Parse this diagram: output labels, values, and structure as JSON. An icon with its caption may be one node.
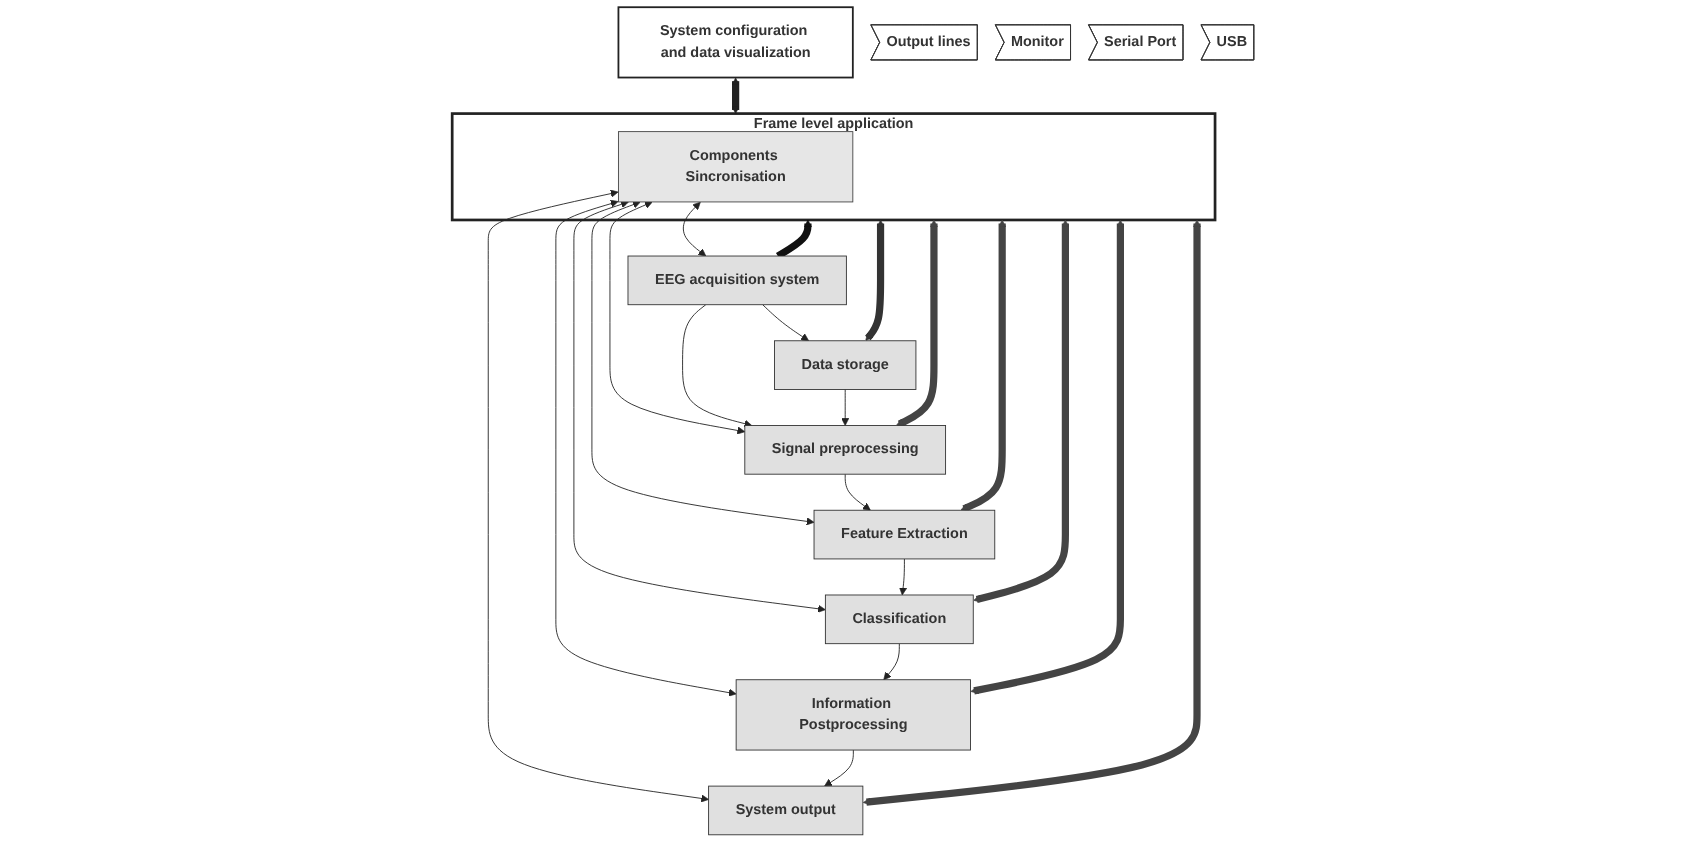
{
  "diagram": {
    "nodes": [
      {
        "text": [
          "System configuration and data visualization"
        ]
      },
      {
        "text": [
          "Frame level application"
        ]
      },
      {
        "text": [
          "Components Sincronisation"
        ],
        "in": 1
      },
      {
        "text": [
          "EEG acquisition system"
        ]
      },
      {
        "text": [
          "Data storage"
        ]
      },
      {
        "text": [
          "Signal preprocessing"
        ]
      },
      {
        "text": [
          "Feature Extraction"
        ]
      },
      {
        "text": [
          "Classification"
        ]
      },
      {
        "text": [
          "Information Postprocessing"
        ]
      },
      {
        "text": [
          "System output"
        ]
      },
      {
        "text": [
          "Output lines"
        ]
      },
      {
        "text": [
          "Monitor"
        ]
      },
      {
        "text": [
          "Serial Port"
        ]
      },
      {
        "text": [
          "USB"
        ]
      }
    ],
    "edges": [
      {
        "from": 0,
        "to": 1,
        "arrow": "both",
        "style": "thick"
      },
      {
        "from": 2,
        "to": 3,
        "arrow": "both"
      },
      {
        "from": 2,
        "to": 5,
        "arrow": "both"
      },
      {
        "from": 2,
        "to": 6,
        "arrow": "both"
      },
      {
        "from": 2,
        "to": 7,
        "arrow": "both"
      },
      {
        "from": 2,
        "to": 8,
        "arrow": "both"
      },
      {
        "from": 2,
        "to": 9,
        "arrow": "both"
      },
      {
        "from": 3,
        "to": 1,
        "arrow": "to",
        "style": "thick",
        "color": "#111111"
      },
      {
        "from": 4,
        "to": 1,
        "arrow": "both",
        "style": "thick",
        "color": "#333333"
      },
      {
        "from": 5,
        "to": 1,
        "arrow": "both",
        "style": "thick",
        "color": "#444444"
      },
      {
        "from": 6,
        "to": 1,
        "arrow": "both",
        "style": "thick",
        "color": "#444444"
      },
      {
        "from": 7,
        "to": 1,
        "arrow": "both",
        "style": "thick",
        "color": "#444444"
      },
      {
        "from": 8,
        "to": 1,
        "arrow": "both",
        "style": "thick",
        "color": "#444444"
      },
      {
        "from": 9,
        "to": 1,
        "arrow": "both",
        "style": "thick",
        "color": "#444444"
      },
      {
        "from": 3,
        "to": 4,
        "arrow": "to"
      },
      {
        "from": 3,
        "to": 5,
        "arrow": "to"
      },
      {
        "from": 4,
        "to": 5,
        "arrow": "to"
      },
      {
        "from": 5,
        "to": 6,
        "arrow": "to"
      },
      {
        "from": 6,
        "to": 7,
        "arrow": "to"
      },
      {
        "from": 7,
        "to": 8,
        "arrow": "to"
      },
      {
        "from": 8,
        "to": 9,
        "arrow": "to"
      }
    ]
  }
}
